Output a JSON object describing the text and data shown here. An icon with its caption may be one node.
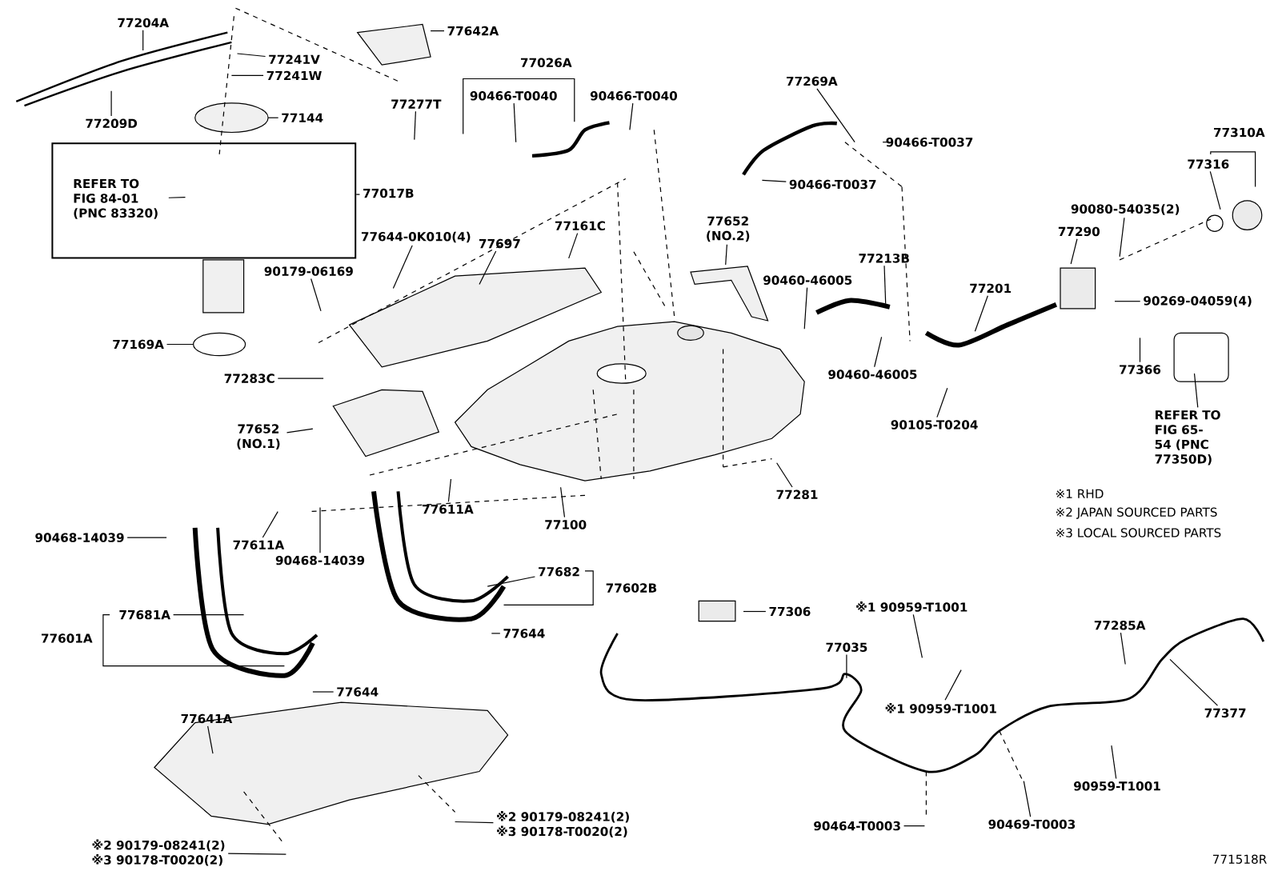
{
  "diagram": {
    "nodes": [
      {
        "text": [
          "77204A"
        ]
      },
      {
        "text": [
          "77241V"
        ]
      },
      {
        "text": [
          "77241W"
        ]
      },
      {
        "text": [
          "77209D"
        ]
      },
      {
        "text": [
          "77144"
        ]
      },
      {
        "text": [
          "77642A"
        ]
      },
      {
        "text": [
          "77026A"
        ]
      },
      {
        "text": [
          "90466-T0040"
        ]
      },
      {
        "text": [
          "90466-T0040"
        ]
      },
      {
        "text": [
          "77277T"
        ]
      },
      {
        "text": [],
        "shape": "box"
      },
      {
        "text": [
          "REFER TO FIG 84-01 (PNC 83320)"
        ],
        "in": 10
      },
      {
        "text": [
          "77017B"
        ]
      },
      {
        "text": [
          "77169A"
        ]
      },
      {
        "text": [
          "77283C"
        ]
      },
      {
        "text": [
          "77652 (NO.1)"
        ]
      },
      {
        "text": [
          "90179-06169"
        ]
      },
      {
        "text": [
          "77644-0K010(4)"
        ]
      },
      {
        "text": [
          "77697"
        ]
      },
      {
        "text": [
          "77161C"
        ]
      },
      {
        "text": [
          "77652 (NO.2)"
        ]
      },
      {
        "text": [
          "77269A"
        ]
      },
      {
        "text": [
          "90466-T0037"
        ]
      },
      {
        "text": [
          "90466-T0037"
        ]
      },
      {
        "text": [
          "77310A"
        ]
      },
      {
        "text": [
          "77316"
        ]
      },
      {
        "text": [
          "90080-54035(2)"
        ]
      },
      {
        "text": [
          "77290"
        ]
      },
      {
        "text": [
          "90460-46005"
        ]
      },
      {
        "text": [
          "77213B"
        ]
      },
      {
        "text": [
          "77201"
        ]
      },
      {
        "text": [
          "90269-04059(4)"
        ]
      },
      {
        "text": [
          "77366"
        ]
      },
      {
        "text": [
          "REFER TO FIG 65-54 (PNC 77350D)"
        ]
      },
      {
        "text": [
          "90460-46005"
        ]
      },
      {
        "text": [
          "90105-T0204"
        ]
      },
      {
        "text": [
          "77281"
        ]
      },
      {
        "text": [
          "77100"
        ]
      },
      {
        "text": [
          "77611A"
        ]
      },
      {
        "text": [
          "77611A"
        ]
      },
      {
        "text": [
          "90468-14039"
        ]
      },
      {
        "text": [
          "90468-14039"
        ]
      },
      {
        "text": [
          "77682"
        ]
      },
      {
        "text": [
          "77602B"
        ]
      },
      {
        "text": [
          "77681A"
        ]
      },
      {
        "text": [
          "77601A"
        ]
      },
      {
        "text": [
          "77644"
        ]
      },
      {
        "text": [
          "77644"
        ]
      },
      {
        "text": [
          "77641A"
        ]
      },
      {
        "text": [
          "77306"
        ]
      },
      {
        "text": [
          "※1 90959-T1001"
        ]
      },
      {
        "text": [
          "77035"
        ]
      },
      {
        "text": [
          "※1 90959-T1001"
        ]
      },
      {
        "text": [
          "77285A"
        ]
      },
      {
        "text": [
          "77377"
        ]
      },
      {
        "text": [
          "90959-T1001"
        ]
      },
      {
        "text": [
          "90464-T0003"
        ]
      },
      {
        "text": [
          "90469-T0003"
        ]
      },
      {
        "text": [
          "※2 90179-08241(2)",
          "※3 90178-T0020(2)"
        ]
      },
      {
        "text": [
          "※2 90179-08241(2)",
          "※3 90178-T0020(2)"
        ]
      }
    ],
    "edges": [
      {
        "from": 0,
        "to": null,
        "arrow": "none"
      },
      {
        "from": 1,
        "to": null,
        "arrow": "none"
      },
      {
        "from": 2,
        "to": null,
        "arrow": "none"
      },
      {
        "from": 3,
        "to": null,
        "arrow": "none"
      },
      {
        "from": 4,
        "to": null,
        "arrow": "none"
      },
      {
        "from": 5,
        "to": null,
        "arrow": "none"
      },
      {
        "from": 7,
        "to": null,
        "arrow": "none"
      },
      {
        "from": 8,
        "to": null,
        "arrow": "none"
      },
      {
        "from": 9,
        "to": null,
        "arrow": "none"
      },
      {
        "from": 11,
        "to": null,
        "arrow": "none"
      },
      {
        "from": 12,
        "to": 10,
        "arrow": "none"
      },
      {
        "from": 13,
        "to": null,
        "arrow": "none"
      },
      {
        "from": 14,
        "to": null,
        "arrow": "none"
      },
      {
        "from": 15,
        "to": null,
        "arrow": "none"
      },
      {
        "from": 16,
        "to": null,
        "arrow": "none"
      },
      {
        "from": 17,
        "to": null,
        "arrow": "none"
      },
      {
        "from": 18,
        "to": null,
        "arrow": "none"
      },
      {
        "from": 19,
        "to": null,
        "arrow": "none"
      },
      {
        "from": 20,
        "to": null,
        "arrow": "none"
      },
      {
        "from": 21,
        "to": null,
        "arrow": "none"
      },
      {
        "from": 22,
        "to": null,
        "arrow": "none"
      },
      {
        "from": 23,
        "to": null,
        "arrow": "none"
      },
      {
        "from": 25,
        "to": null,
        "arrow": "none"
      },
      {
        "from": 26,
        "to": null,
        "arrow": "none"
      },
      {
        "from": 27,
        "to": null,
        "arrow": "none"
      },
      {
        "from": 28,
        "to": null,
        "arrow": "none"
      },
      {
        "from": 29,
        "to": null,
        "arrow": "none"
      },
      {
        "from": 30,
        "to": null,
        "arrow": "none"
      },
      {
        "from": 31,
        "to": null,
        "arrow": "none"
      },
      {
        "from": 32,
        "to": null,
        "arrow": "none"
      },
      {
        "from": 33,
        "to": null,
        "arrow": "none"
      },
      {
        "from": 34,
        "to": null,
        "arrow": "none"
      },
      {
        "from": 35,
        "to": null,
        "arrow": "none"
      },
      {
        "from": 36,
        "to": null,
        "arrow": "none"
      },
      {
        "from": 37,
        "to": null,
        "arrow": "none"
      },
      {
        "from": 38,
        "to": null,
        "arrow": "none"
      },
      {
        "from": 39,
        "to": null,
        "arrow": "none"
      },
      {
        "from": 40,
        "to": null,
        "arrow": "none"
      },
      {
        "from": 41,
        "to": null,
        "arrow": "none"
      },
      {
        "from": 42,
        "to": null,
        "arrow": "none"
      },
      {
        "from": 44,
        "to": null,
        "arrow": "none"
      },
      {
        "from": 46,
        "to": null,
        "arrow": "none"
      },
      {
        "from": 47,
        "to": null,
        "arrow": "none"
      },
      {
        "from": 48,
        "to": null,
        "arrow": "none"
      },
      {
        "from": 49,
        "to": null,
        "arrow": "none"
      },
      {
        "from": 50,
        "to": null,
        "arrow": "none"
      },
      {
        "from": 51,
        "to": null,
        "arrow": "none"
      },
      {
        "from": 52,
        "to": null,
        "arrow": "none"
      },
      {
        "from": 53,
        "to": null,
        "arrow": "none"
      },
      {
        "from": 54,
        "to": null,
        "arrow": "none"
      },
      {
        "from": 55,
        "to": null,
        "arrow": "none"
      },
      {
        "from": 56,
        "to": null,
        "arrow": "none"
      },
      {
        "from": 57,
        "to": null,
        "arrow": "none"
      },
      {
        "from": 58,
        "to": null,
        "arrow": "none"
      },
      {
        "from": 59,
        "to": null,
        "arrow": "none"
      }
    ],
    "labels": [
      "※1 RHD",
      "※2 JAPAN SOURCED PARTS",
      "※3 LOCAL SOURCED PARTS",
      "771518R"
    ]
  }
}
